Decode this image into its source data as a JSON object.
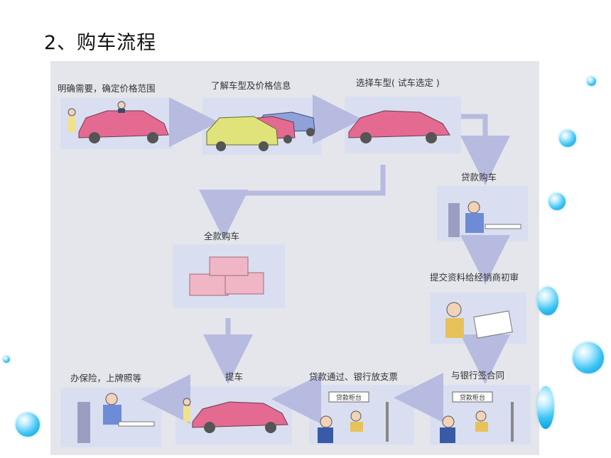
{
  "title": "2、购车流程",
  "steps": [
    {
      "label": "明确需要，确定价格范围"
    },
    {
      "label": "了解车型及价格信息"
    },
    {
      "label": "选择车型( 试车选定 )"
    },
    {
      "label": "贷款购车"
    },
    {
      "label": "全款购车"
    },
    {
      "label": "提交资料给经销商初审"
    },
    {
      "label": "与银行签合同"
    },
    {
      "label": "贷款通过、银行放支票"
    },
    {
      "label": "提车"
    },
    {
      "label": "办保险，上牌照等"
    }
  ],
  "signs": {
    "bank_window": "贷款柜台"
  },
  "colors": {
    "arrow": "#b7bbe0",
    "panel": "#d9dff0",
    "car_pink": "#e46a92",
    "car_yellow": "#dfe37a",
    "car_blue": "#8fa1d8",
    "photo_bg": "#e4e6ec",
    "bubble": "#3cc4f3"
  }
}
